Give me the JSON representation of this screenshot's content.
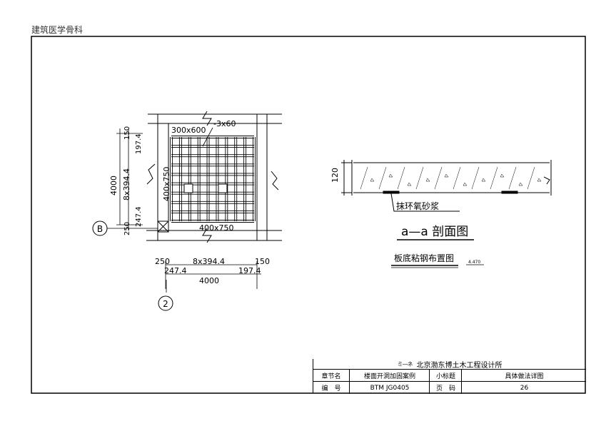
{
  "watermark": "建筑医学骨科",
  "plan": {
    "labels": {
      "beam_top": "300x600",
      "strip": "-3x60",
      "beam_left": "400x750",
      "beam_bottom": "400x750",
      "dim_left_top1": "150",
      "dim_left_top2": "197.4",
      "dim_left_mid": "8x394.4",
      "dim_left_total": "4000",
      "dim_left_bot1": "247.4",
      "dim_left_bot2": "250",
      "dim_bot_left1": "250",
      "dim_bot_left2": "247.4",
      "dim_bot_mid": "8x394.4",
      "dim_bot_right1": "150",
      "dim_bot_right2": "197.4",
      "dim_bot_total": "4000"
    },
    "axis_B": "B",
    "axis_2": "2"
  },
  "section": {
    "thickness": "120",
    "note": "抹环氧砂浆",
    "title": "a—a 剖面图",
    "subtitle": "板底粘钢布置图",
    "elevation": "4.470"
  },
  "title_block": {
    "firm_logo": "ミ—ネ",
    "firm": "北京渤东博土木工程设计所",
    "row1": [
      "章节名",
      "楼面开洞加固案例",
      "小标题",
      "具体做法详图"
    ],
    "row2": [
      "编　号",
      "BTM JG0405",
      "页　码",
      "26"
    ]
  }
}
